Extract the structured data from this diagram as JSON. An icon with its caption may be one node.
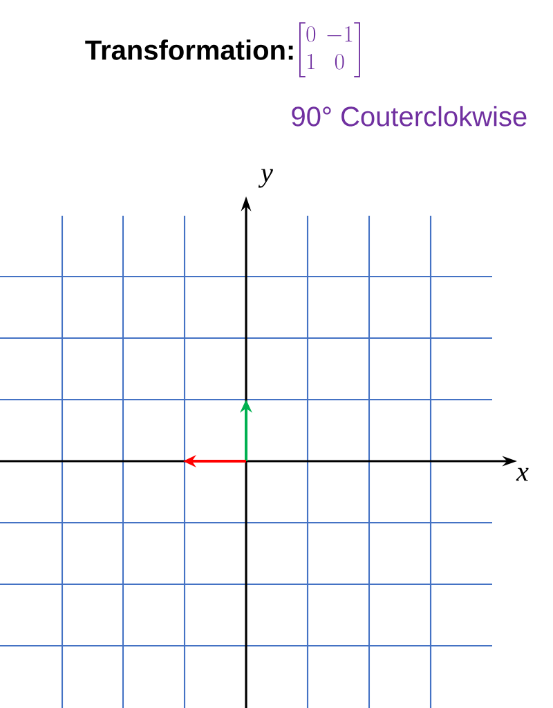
{
  "diagram": {
    "title": "Transformation:",
    "labels": [
      "\\begin{bmatrix}0 & -1\\\\ 1 & 0\\end{bmatrix}",
      "90° Couterclokwise",
      "y",
      "x"
    ]
  }
}
